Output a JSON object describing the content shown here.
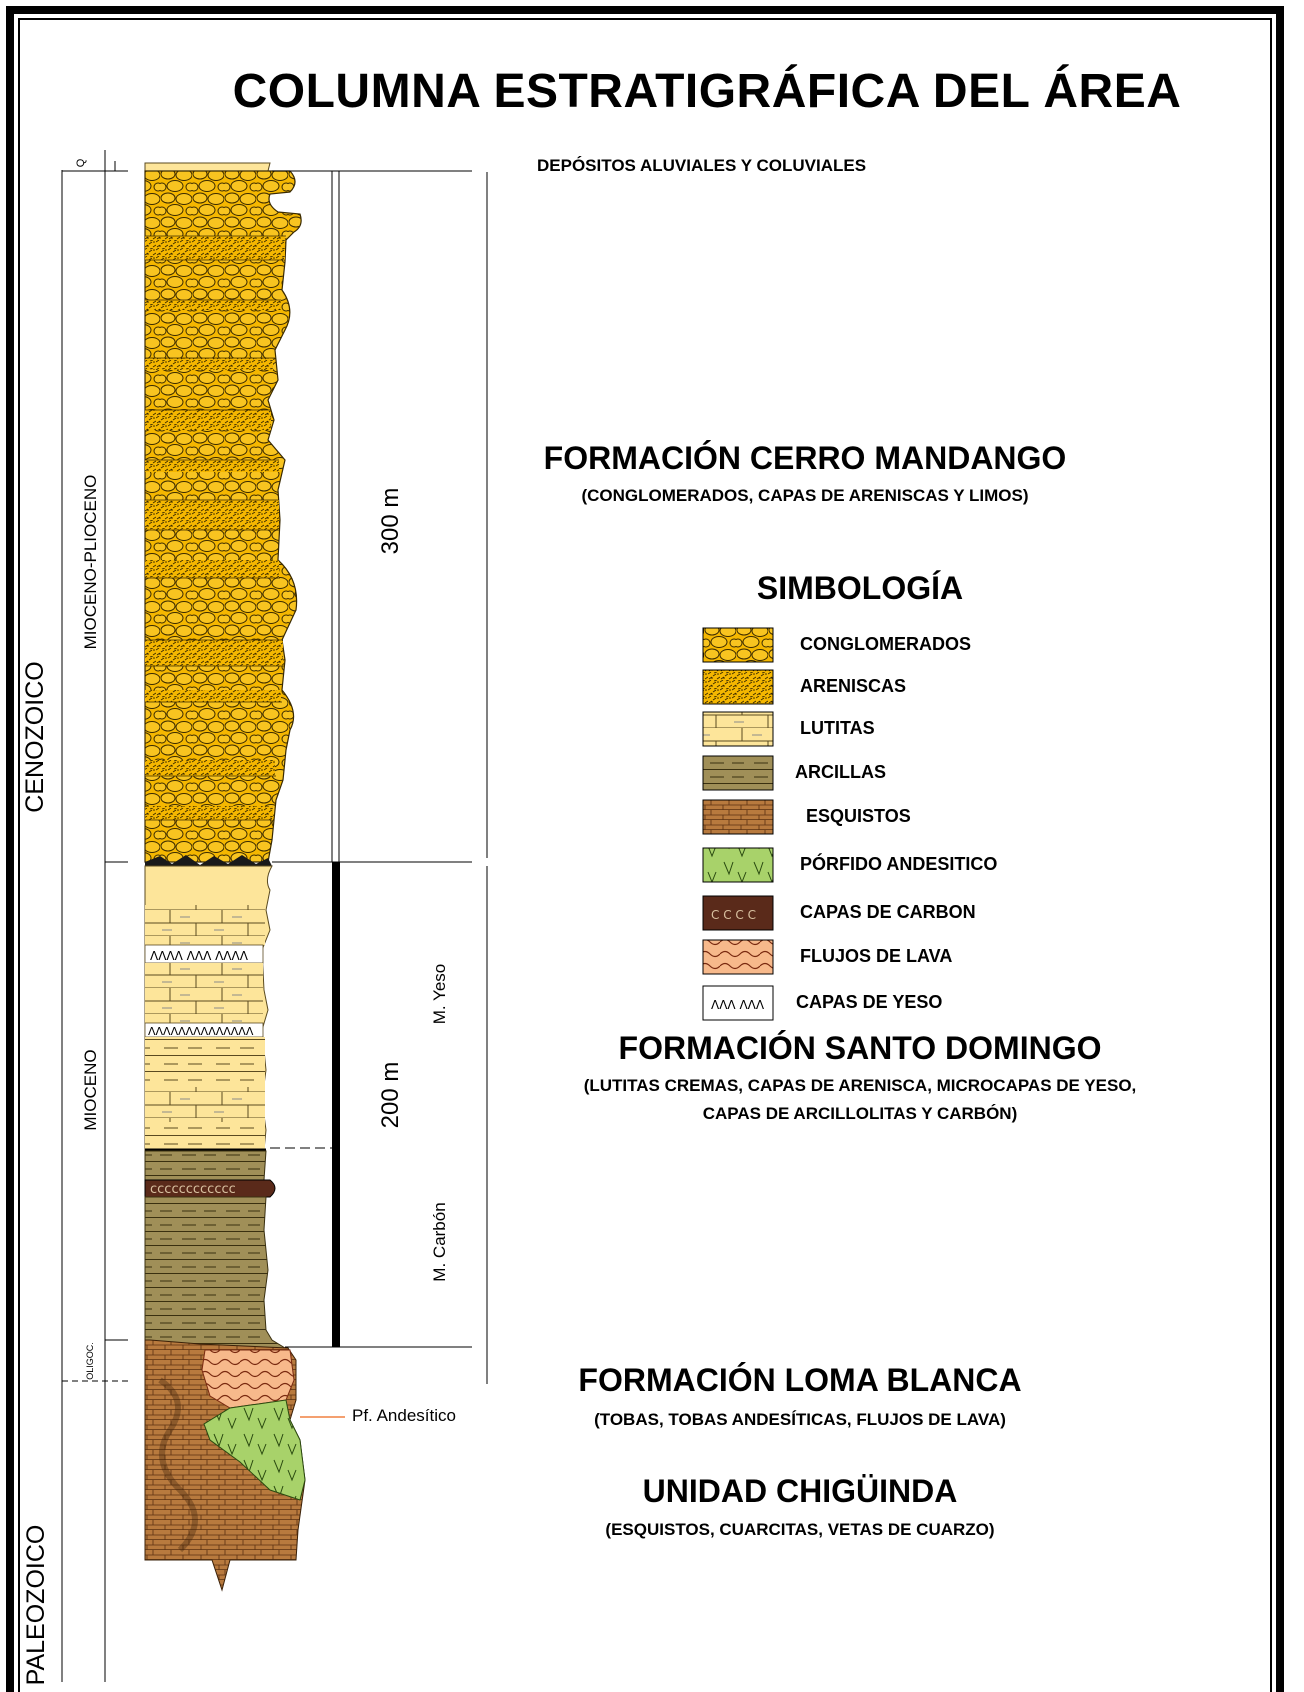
{
  "title": "COLUMNA ESTRATIGRÁFICA DEL ÁREA",
  "eras": {
    "cenozoico": "CENOZOICO",
    "paleozoico": "PALEOZOICO"
  },
  "periods": {
    "q": "Q",
    "mioceno_plioceno": "MIOCENO-PLIOCENO",
    "mioceno": "MIOCENO",
    "oligoc": "OLIGOC."
  },
  "scale": {
    "s300": "300 m",
    "s200": "200 m"
  },
  "members": {
    "yeso": "M. Yeso",
    "carbon": "M. Carbón"
  },
  "pf_label": "Pf. Andesítico",
  "units": {
    "depositos": "DEPÓSITOS ALUVIALES Y COLUVIALES",
    "cerro_mandango_title": "FORMACIÓN CERRO MANDANGO",
    "cerro_mandango_desc": "(CONGLOMERADOS, CAPAS DE ARENISCAS Y LIMOS)",
    "santo_domingo_title": "FORMACIÓN SANTO DOMINGO",
    "santo_domingo_desc_1": "(LUTITAS CREMAS, CAPAS DE ARENISCA, MICROCAPAS DE YESO,",
    "santo_domingo_desc_2": "CAPAS DE ARCILLOLITAS Y CARBÓN)",
    "loma_blanca_title": "FORMACIÓN LOMA BLANCA",
    "loma_blanca_desc": "(TOBAS, TOBAS ANDESÍTICAS, FLUJOS DE LAVA)",
    "chiguinda_title": "UNIDAD CHIGÜINDA",
    "chiguinda_desc": "(ESQUISTOS, CUARCITAS, VETAS DE CUARZO)"
  },
  "legend": {
    "title": "SIMBOLOGÍA",
    "items": [
      {
        "label": "CONGLOMERADOS",
        "swatch": "conglomerados",
        "color": "#f5b700"
      },
      {
        "label": "ARENISCAS",
        "swatch": "areniscas",
        "color": "#f5b700"
      },
      {
        "label": "LUTITAS",
        "swatch": "lutitas",
        "color": "#fde59a"
      },
      {
        "label": "ARCILLAS",
        "swatch": "arcillas",
        "color": "#a08f58"
      },
      {
        "label": "ESQUISTOS",
        "swatch": "esquistos",
        "color": "#b87a3e"
      },
      {
        "label": "PÓRFIDO ANDESITICO",
        "swatch": "porfido",
        "color": "#a8d26a"
      },
      {
        "label": "CAPAS DE CARBON",
        "swatch": "carbon",
        "color": "#5a2a1a",
        "marks": "C C C C"
      },
      {
        "label": "FLUJOS DE LAVA",
        "swatch": "lava",
        "color": "#f7b98b"
      },
      {
        "label": "CAPAS DE YESO",
        "swatch": "yeso",
        "color": "#ffffff",
        "marks": "ΛΛΛ ΛΛΛ"
      }
    ]
  },
  "column_marks": {
    "yeso_band": "ΛΛΛΛ ΛΛΛ ΛΛΛΛ",
    "yeso_band_2": "ΛΛΛΛΛΛΛΛΛΛΛΛΛΛ",
    "carbon_band": "cccccccccccc"
  }
}
